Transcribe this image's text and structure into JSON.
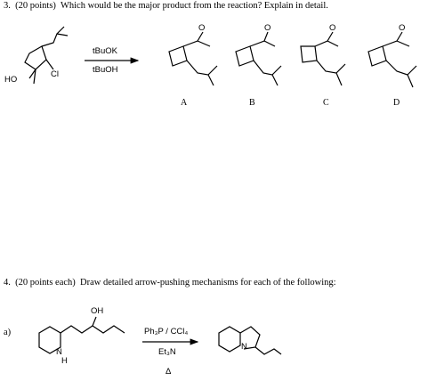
{
  "q3": {
    "number": "3.",
    "points": "(20 points)",
    "question": "Which would be the major product from the reaction?  Explain in detail.",
    "reagent_top": "tBuOK",
    "reagent_bottom": "tBuOH",
    "sm_labels": {
      "ho": "HO",
      "cl": "Cl"
    },
    "product_carbonyl": "O",
    "options": [
      "A",
      "B",
      "C",
      "D"
    ]
  },
  "q4": {
    "number": "4.",
    "points": "(20 points each)",
    "question": "Draw detailed arrow-pushing mechanisms for each of the following:",
    "part_label": "a)",
    "reagent_top": "Ph₃P / CCl₄",
    "reagent_mid": "Et₃N",
    "reagent_bottom": "Δ",
    "sm_labels": {
      "oh": "OH",
      "n": "N",
      "h": "H"
    },
    "product_n": "N"
  }
}
